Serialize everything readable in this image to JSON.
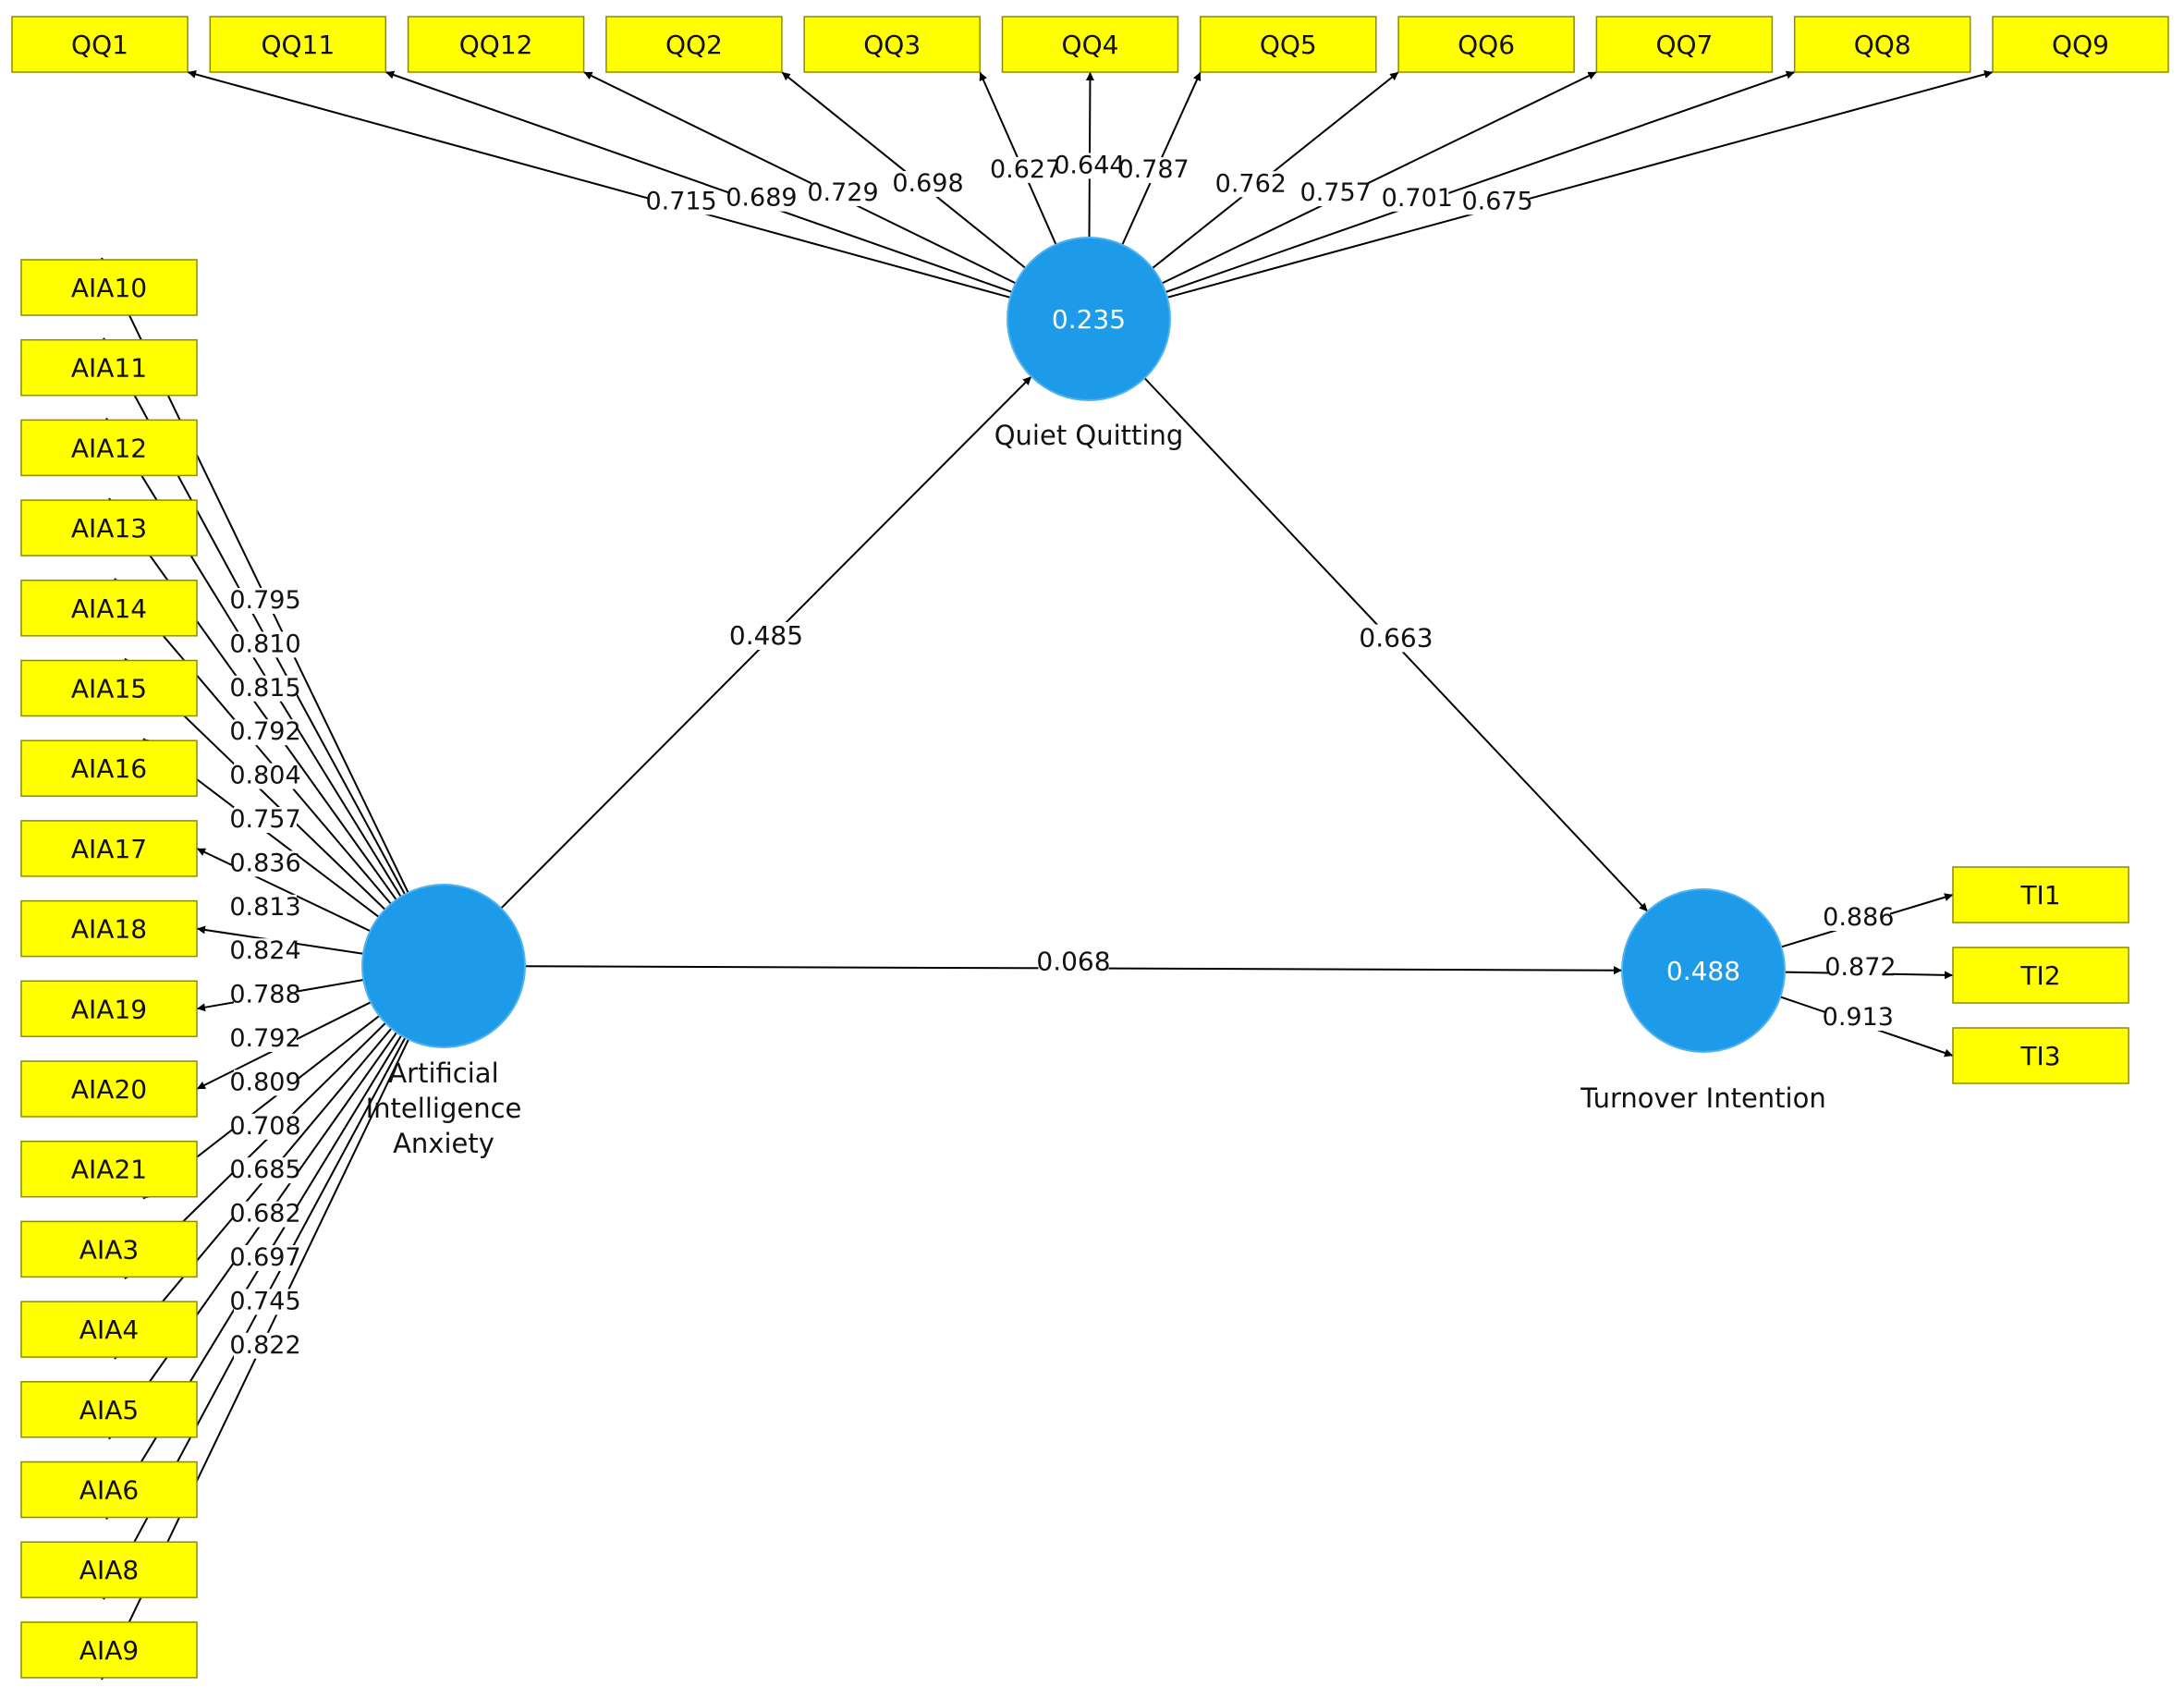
{
  "colors": {
    "indicator_fill": "#ffff00",
    "construct_fill": "#1e9be8",
    "edge": "#000000"
  },
  "constructs": {
    "aia": {
      "label_lines": [
        "Artificial",
        "Intelligence",
        "Anxiety"
      ],
      "value": ""
    },
    "qq": {
      "label_lines": [
        "Quiet Quitting"
      ],
      "value": "0.235"
    },
    "ti": {
      "label_lines": [
        "Turnover Intention"
      ],
      "value": "0.488"
    }
  },
  "indicators": {
    "qq": [
      "QQ1",
      "QQ11",
      "QQ12",
      "QQ2",
      "QQ3",
      "QQ4",
      "QQ5",
      "QQ6",
      "QQ7",
      "QQ8",
      "QQ9"
    ],
    "aia": [
      "AIA10",
      "AIA11",
      "AIA12",
      "AIA13",
      "AIA14",
      "AIA15",
      "AIA16",
      "AIA17",
      "AIA18",
      "AIA19",
      "AIA20",
      "AIA21",
      "AIA3",
      "AIA4",
      "AIA5",
      "AIA6",
      "AIA8",
      "AIA9"
    ],
    "ti": [
      "TI1",
      "TI2",
      "TI3"
    ]
  },
  "outer_loadings": {
    "qq": [
      "0.715",
      "0.689",
      "0.729",
      "0.698",
      "0.627",
      "0.644",
      "0.787",
      "0.762",
      "0.757",
      "0.701",
      "0.675"
    ],
    "aia": [
      "0.795",
      "0.810",
      "0.815",
      "0.792",
      "0.804",
      "0.757",
      "0.836",
      "0.813",
      "0.824",
      "0.788",
      "0.792",
      "0.809",
      "0.708",
      "0.685",
      "0.682",
      "0.697",
      "0.745",
      "0.822"
    ],
    "ti": [
      "0.886",
      "0.872",
      "0.913"
    ]
  },
  "paths": [
    {
      "from": "aia",
      "to": "qq",
      "coefficient": "0.485"
    },
    {
      "from": "qq",
      "to": "ti",
      "coefficient": "0.663"
    },
    {
      "from": "aia",
      "to": "ti",
      "coefficient": "0.068"
    }
  ]
}
